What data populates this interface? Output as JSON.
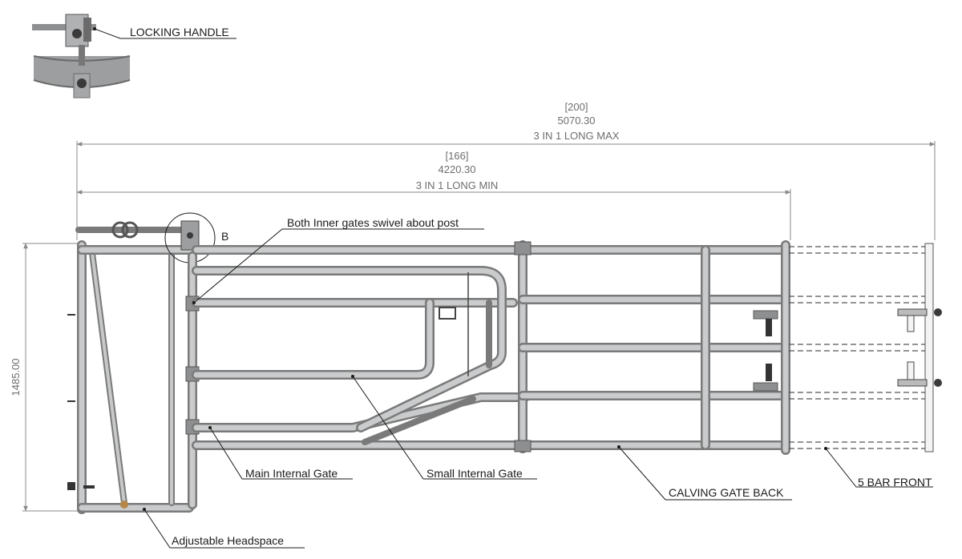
{
  "callouts": {
    "locking_handle": "LOCKING HANDLE",
    "swivel_note": "Both Inner gates swivel about post",
    "detail_ref": "B",
    "main_internal_gate": "Main Internal Gate",
    "small_internal_gate": "Small Internal Gate",
    "calving_gate_back": "CALVING GATE BACK",
    "five_bar_front": "5 BAR FRONT",
    "adjustable_headspace": "Adjustable Headspace"
  },
  "dimensions": {
    "long_max": {
      "imperial": "[200]",
      "metric": "5070.30",
      "label": "3 IN 1 LONG MAX"
    },
    "long_min": {
      "imperial": "[166]",
      "metric": "4220.30",
      "label": "3 IN 1 LONG MIN"
    },
    "height": {
      "metric": "1485.00"
    }
  },
  "colors": {
    "pipe": "#7a7a7a",
    "pipe_highlight": "#c9cbcc",
    "text": "#1a1a1a",
    "dimension_text": "#6e6e6e"
  }
}
